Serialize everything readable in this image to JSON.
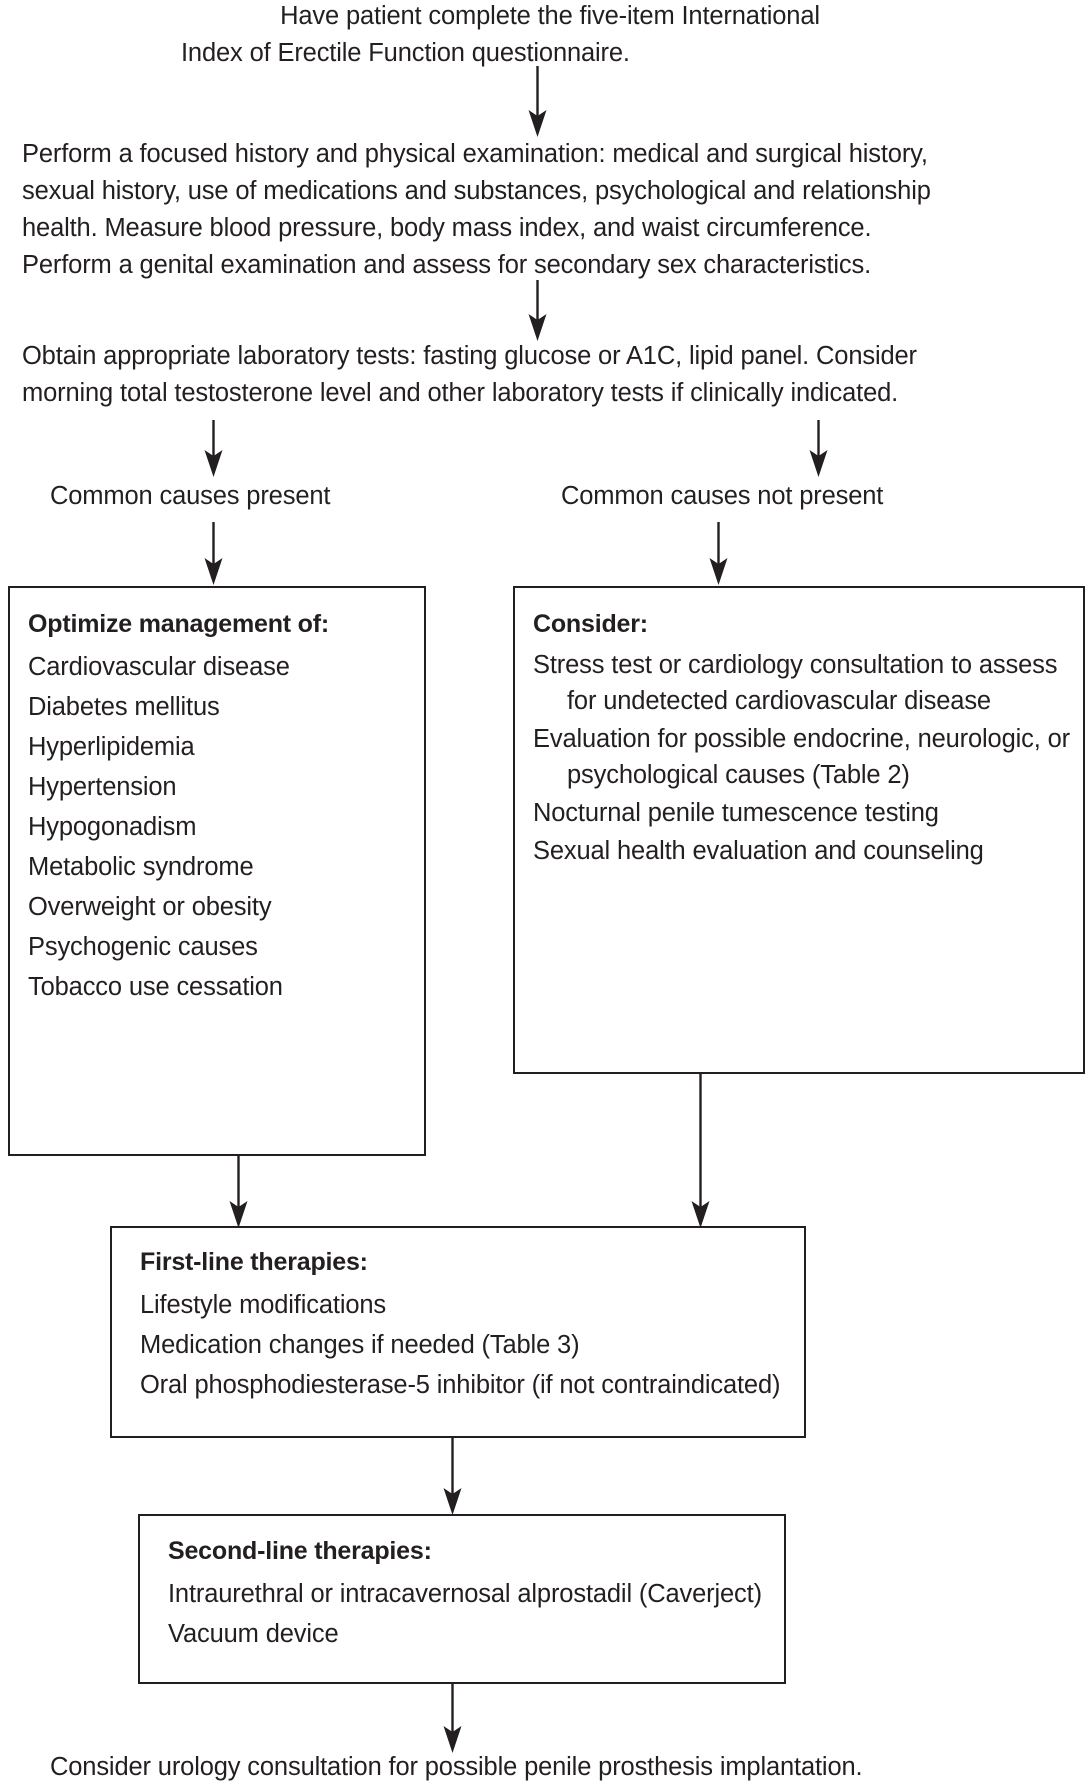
{
  "chart_data": {
    "type": "diagram",
    "title": "Evaluation and management of erectile dysfunction",
    "nodes": [
      {
        "id": "n1",
        "kind": "text",
        "text": "Have patient complete the five-item International Index of Erectile Function questionnaire."
      },
      {
        "id": "n2",
        "kind": "text",
        "text": "Perform a focused history and physical examination: medical and surgical history, sexual history, use of medications and substances, psychological and relationship health. Measure blood pressure, body mass index, and waist circumference. Perform a genital examination and assess for secondary sex characteristics."
      },
      {
        "id": "n3",
        "kind": "text",
        "text": "Obtain appropriate laboratory tests: fasting glucose or A1C, lipid panel. Consider morning total testosterone level and other laboratory tests if clinically indicated."
      },
      {
        "id": "n4",
        "kind": "branch-label",
        "text": "Common causes present"
      },
      {
        "id": "n5",
        "kind": "branch-label",
        "text": "Common causes not present"
      },
      {
        "id": "n6",
        "kind": "box",
        "title": "Optimize management of:"
      },
      {
        "id": "n7",
        "kind": "box",
        "title": "Consider:"
      },
      {
        "id": "n8",
        "kind": "box",
        "title": "First-line therapies:"
      },
      {
        "id": "n9",
        "kind": "box",
        "title": "Second-line therapies:"
      },
      {
        "id": "n10",
        "kind": "text",
        "text": "Consider urology consultation for possible penile prosthesis implantation."
      }
    ],
    "edges": [
      {
        "from": "n1",
        "to": "n2"
      },
      {
        "from": "n2",
        "to": "n3"
      },
      {
        "from": "n3",
        "to": "n4"
      },
      {
        "from": "n3",
        "to": "n5"
      },
      {
        "from": "n4",
        "to": "n6"
      },
      {
        "from": "n5",
        "to": "n7"
      },
      {
        "from": "n6",
        "to": "n8"
      },
      {
        "from": "n7",
        "to": "n8"
      },
      {
        "from": "n8",
        "to": "n9"
      },
      {
        "from": "n9",
        "to": "n10"
      }
    ]
  },
  "steps": {
    "questionnaire": {
      "line1": "Have patient complete the five-item International",
      "line2": "Index of Erectile Function questionnaire."
    },
    "history": {
      "line1": "Perform a focused history and physical examination: medical and surgical history,",
      "line2": "sexual history, use of medications and substances, psychological and relationship",
      "line3": "health. Measure blood pressure, body mass index, and waist circumference.",
      "line4": "Perform a genital examination and assess for secondary sex characteristics."
    },
    "labs": {
      "line1": "Obtain appropriate laboratory tests: fasting glucose or A1C, lipid panel. Consider",
      "line2": "morning total testosterone level and other laboratory tests if clinically indicated."
    },
    "final": {
      "line1": "Consider urology consultation for possible penile prosthesis implantation."
    }
  },
  "branches": {
    "left_label": "Common causes present",
    "right_label": "Common causes not present"
  },
  "optimize_box": {
    "title": "Optimize management of:",
    "items": [
      "Cardiovascular disease",
      "Diabetes mellitus",
      "Hyperlipidemia",
      "Hypertension",
      "Hypogonadism",
      "Metabolic syndrome",
      "Overweight or obesity",
      "Psychogenic causes",
      "Tobacco use cessation"
    ]
  },
  "consider_box": {
    "title": "Consider:",
    "items": [
      "Stress test or cardiology consultation to assess for undetected cardiovascular disease",
      "Evaluation for possible endocrine, neurologic, or psychological causes (Table 2)",
      "Nocturnal penile tumescence testing",
      "Sexual health evaluation and counseling"
    ]
  },
  "first_line_box": {
    "title": "First-line therapies:",
    "items": [
      "Lifestyle modifications",
      "Medication changes if needed (Table 3)",
      "Oral phosphodiesterase-5 inhibitor (if not contraindicated)"
    ]
  },
  "second_line_box": {
    "title": "Second-line therapies:",
    "items": [
      "Intraurethral or intracavernosal alprostadil (Caverject)",
      "Vacuum device"
    ]
  },
  "colors": {
    "ink": "#231f20",
    "background": "#ffffff"
  }
}
